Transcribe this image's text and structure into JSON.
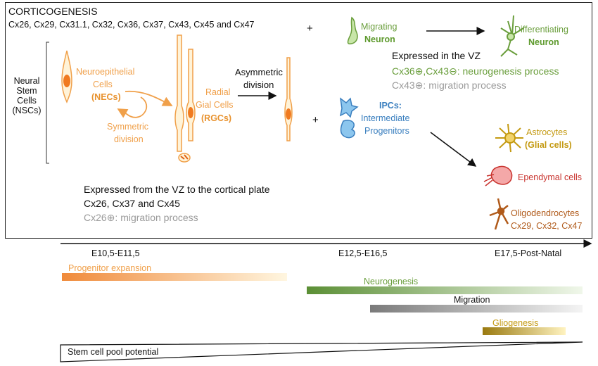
{
  "title": "CORTICOGENESIS",
  "connexins": "Cx26, Cx29, Cx31.1, Cx32, Cx36, Cx37, Cx43, Cx45 and Cx47",
  "nsc": {
    "line1": "Neural",
    "line2": "Stem",
    "line3": "Cells",
    "line4": "(NSCs)"
  },
  "nec": {
    "line1": "Neuroepithelial",
    "line2": "Cells",
    "abbr": "(NECs)"
  },
  "rgc": {
    "line1": "Radial",
    "line2": "Gial Cells",
    "abbr": "(RGCs)"
  },
  "symmetric": {
    "line1": "Symmetric",
    "line2": "division"
  },
  "asymmetric": {
    "line1": "Asymmetric",
    "line2": "division"
  },
  "plus1": "+",
  "plus2": "+",
  "migrating": {
    "line1": "Migrating",
    "line2": "Neuron"
  },
  "differentiating": {
    "line1": "Differentiating",
    "line2": "Neuron"
  },
  "vz": {
    "heading": "Expressed  in the VZ",
    "line1": "Cx36⊕,Cx43⊖: neurogenesis process",
    "line2": "Cx43⊕: migration process"
  },
  "ipc": {
    "abbr": "IPCs:",
    "line1": "Intermediate",
    "line2": "Progenitors"
  },
  "astro": {
    "line1": "Astrocytes",
    "line2": "(Glial cells)"
  },
  "ependymal": "Ependymal cells",
  "oligo": {
    "line1": "Oligodendrocytes",
    "line2": "Cx29, Cx32, Cx47"
  },
  "cortical": {
    "heading": "Expressed from the VZ to the cortical plate",
    "line1": "Cx26, Cx37 and Cx45",
    "line2": "Cx26⊕: migration process"
  },
  "timeline": {
    "t1": "E10,5-E11,5",
    "t2": "E12,5-E16,5",
    "t3": "E17,5-Post-Natal"
  },
  "phases": {
    "progenitor": "Progenitor expansion",
    "neurogenesis": "Neurogenesis",
    "migration": "Migration",
    "gliogenesis": "Gliogenesis",
    "stem": "Stem cell pool potential"
  },
  "colors": {
    "orange": "#f0a04a",
    "green": "#6a9e3c",
    "gray": "#808080",
    "gold": "#b08a1a",
    "blue": "#3a7fbf",
    "red": "#c8322d",
    "brown": "#b05a1a"
  }
}
